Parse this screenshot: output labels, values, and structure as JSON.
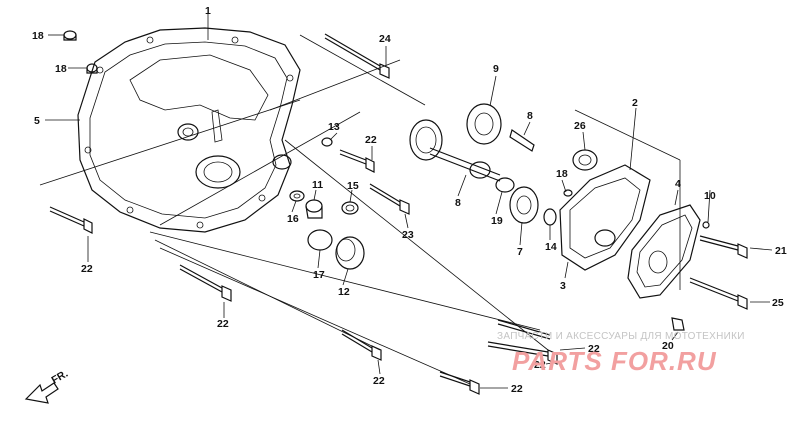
{
  "diagram": {
    "callouts": [
      "18",
      "18",
      "1",
      "5",
      "24",
      "13",
      "22",
      "9",
      "8",
      "2",
      "26",
      "18",
      "4",
      "10",
      "11",
      "15",
      "16",
      "17",
      "12",
      "23",
      "8",
      "19",
      "7",
      "14",
      "3",
      "21",
      "25",
      "20",
      "22",
      "22",
      "22",
      "22",
      "22",
      "22"
    ],
    "direction_marker": "FR.",
    "watermark": {
      "caption": "ЗАПЧАСТИ И АКСЕССУАРЫ ДЛЯ МОТОТЕХНИКИ",
      "logo": "PARTS FOR.RU"
    }
  }
}
